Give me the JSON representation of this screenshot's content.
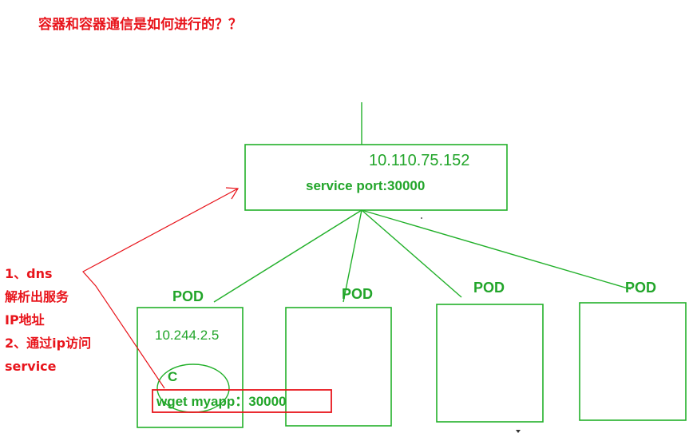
{
  "title": "容器和容器通信是如何进行的？？",
  "service": {
    "ip": "10.110.75.152",
    "port_label": "service port:30000"
  },
  "pods": [
    {
      "label": "POD",
      "ip": "10.244.2.5",
      "container": "C",
      "command": "wget myapp：30000"
    },
    {
      "label": "POD"
    },
    {
      "label": "POD"
    },
    {
      "label": "POD"
    }
  ],
  "annotation": {
    "lines": [
      "1、dns",
      "解析出服务",
      "IP地址",
      "2、通过ip访问",
      "service"
    ]
  },
  "colors": {
    "annotation": "#e8141b",
    "diagram": "#22b02a"
  }
}
